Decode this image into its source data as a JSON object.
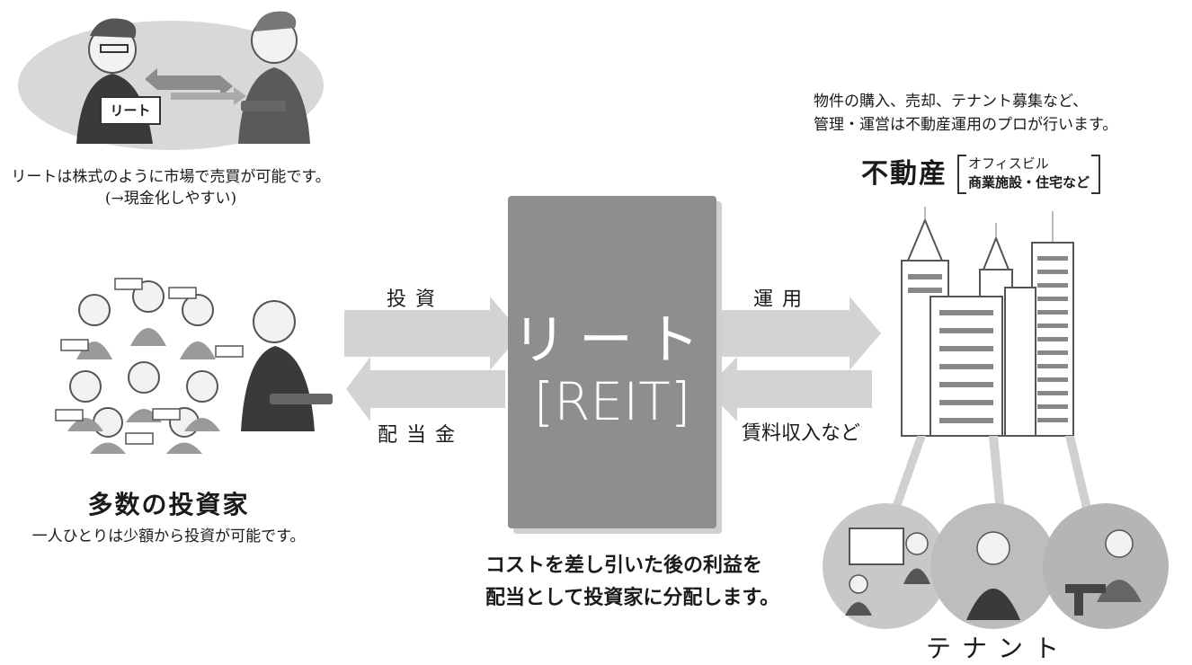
{
  "trade_caption": {
    "line1": "リートは株式のように市場で売買が可能です。",
    "line2": "(→現金化しやすい)"
  },
  "trade_ticket_label": "リート",
  "investors": {
    "title": "多数の投資家",
    "subtitle": "一人ひとりは少額から投資が可能です。"
  },
  "reit": {
    "name": "リート",
    "name_en": "[REIT]",
    "caption_line1": "コストを差し引いた後の利益を",
    "caption_line2": "配当として投資家に分配します。"
  },
  "arrows": {
    "invest": "投資",
    "dividend": "配当金",
    "operation": "運用",
    "rent": "賃料収入など"
  },
  "real_estate": {
    "note_line1": "物件の購入、売却、テナント募集など、",
    "note_line2": "管理・運営は不動産運用のプロが行います。",
    "title": "不動産",
    "types_line1": "オフィスビル",
    "types_line2": "商業施設・住宅など"
  },
  "tenants": {
    "title": "テナント"
  },
  "colors": {
    "arrow": "#d3d3d3",
    "reit_box": "#8e8e8e",
    "reit_shadow": "#cfcfcf",
    "illustration": "#6b6b6b"
  }
}
